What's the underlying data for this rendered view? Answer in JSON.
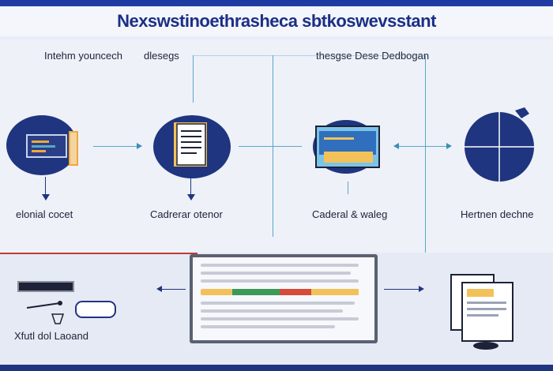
{
  "title": "Nexswstinoethrasheca sbtkoswevsstant",
  "labels": {
    "top_left": "Intehm youncech",
    "top_left_2": "dlesegs",
    "top_right": "thesgse Dese Dedbogan",
    "node1": "elonial cocet",
    "node2": "Cadrerar otenor",
    "node3": "Caderal & waleg",
    "node4": "Hertnen dechne",
    "bottom_left": "Xfutl dol Laoand"
  },
  "colors": {
    "navy": "#1f357f",
    "connector": "#5aa7c9",
    "accent_red": "#c33a3a"
  }
}
